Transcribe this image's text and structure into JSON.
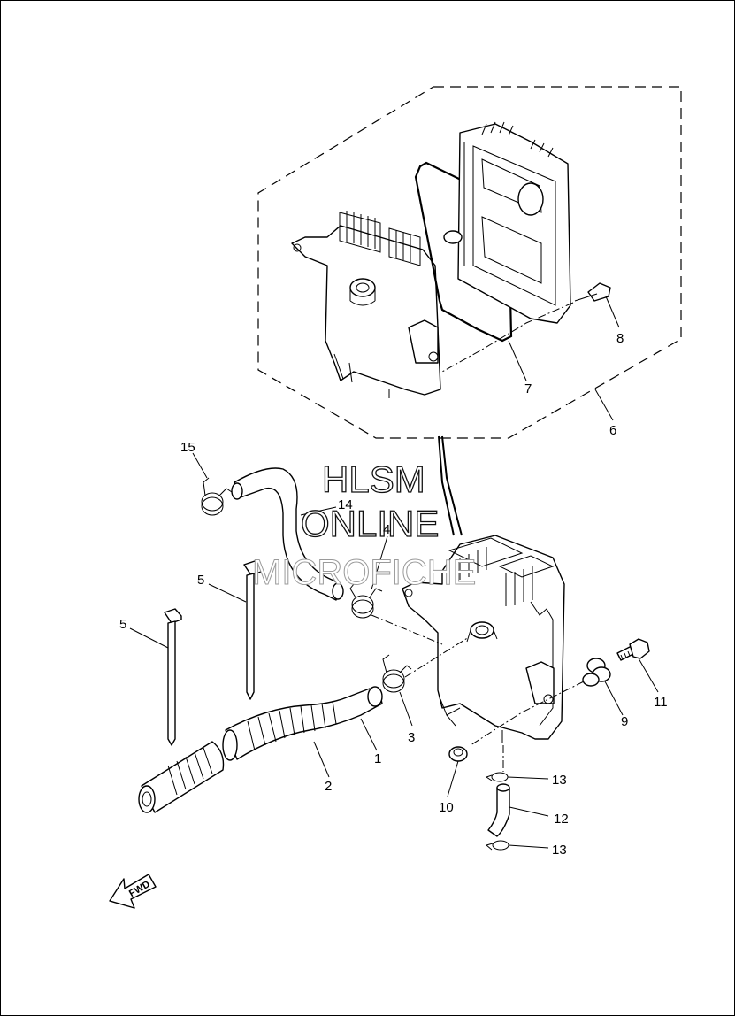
{
  "callouts": {
    "c1": "1",
    "c2": "2",
    "c3": "3",
    "c4": "4",
    "c5a": "5",
    "c5b": "5",
    "c6": "6",
    "c7": "7",
    "c8": "8",
    "c9": "9",
    "c10": "10",
    "c11": "11",
    "c12": "12",
    "c13a": "13",
    "c13b": "13",
    "c14": "14",
    "c15": "15"
  },
  "watermark": {
    "line1": "HLSM",
    "line2": "ONLINE",
    "line3": "MICROFICHE"
  },
  "fwd_label": "FWD",
  "colors": {
    "line": "#000000",
    "background": "#ffffff"
  }
}
